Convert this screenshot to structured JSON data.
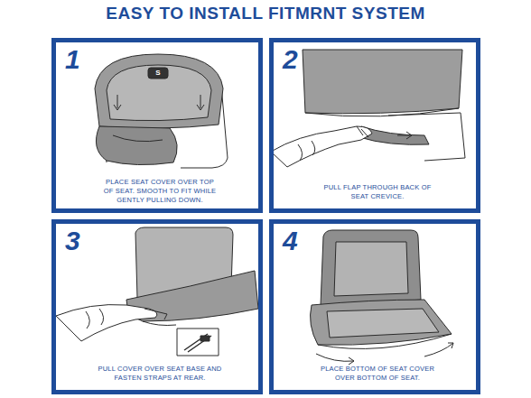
{
  "diagram": {
    "title": "EASY TO INSTALL FITMRNT SYSTEM",
    "nodes": [
      {
        "text": [
          "1",
          "PLACE SEAT COVER OVER TOP OF SEAT. SMOOTH TO FIT WHILE GENTLY PULLING DOWN."
        ]
      },
      {
        "text": [
          "2",
          "PULL FLAP THROUGH BACK OF SEAT CREVICE."
        ]
      },
      {
        "text": [
          "3",
          "PULL COVER OVER SEAT BASE AND FASTEN STRAPS AT REAR."
        ]
      },
      {
        "text": [
          "4",
          "PLACE BOTTOM OF SEAT COVER OVER BOTTOM OF SEAT."
        ]
      }
    ],
    "labels": [
      "S"
    ]
  }
}
